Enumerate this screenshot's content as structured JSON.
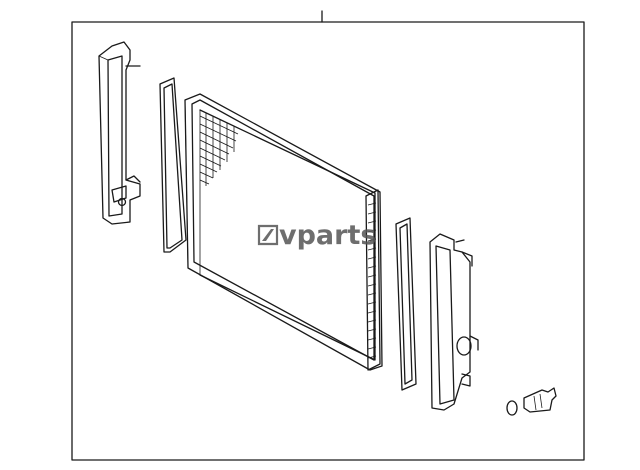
{
  "diagram": {
    "type": "exploded-parts-diagram",
    "parts": [
      "left-radiator-tank",
      "left-tank-gasket",
      "radiator-core",
      "right-tank-gasket",
      "right-radiator-tank",
      "drain-plug",
      "drain-plug-o-ring"
    ]
  },
  "watermark": {
    "logo_icon": "kv-logo-icon",
    "text": "vparts"
  },
  "colors": {
    "line": "#1a1a1a",
    "background": "#ffffff",
    "watermark": "#555555"
  }
}
